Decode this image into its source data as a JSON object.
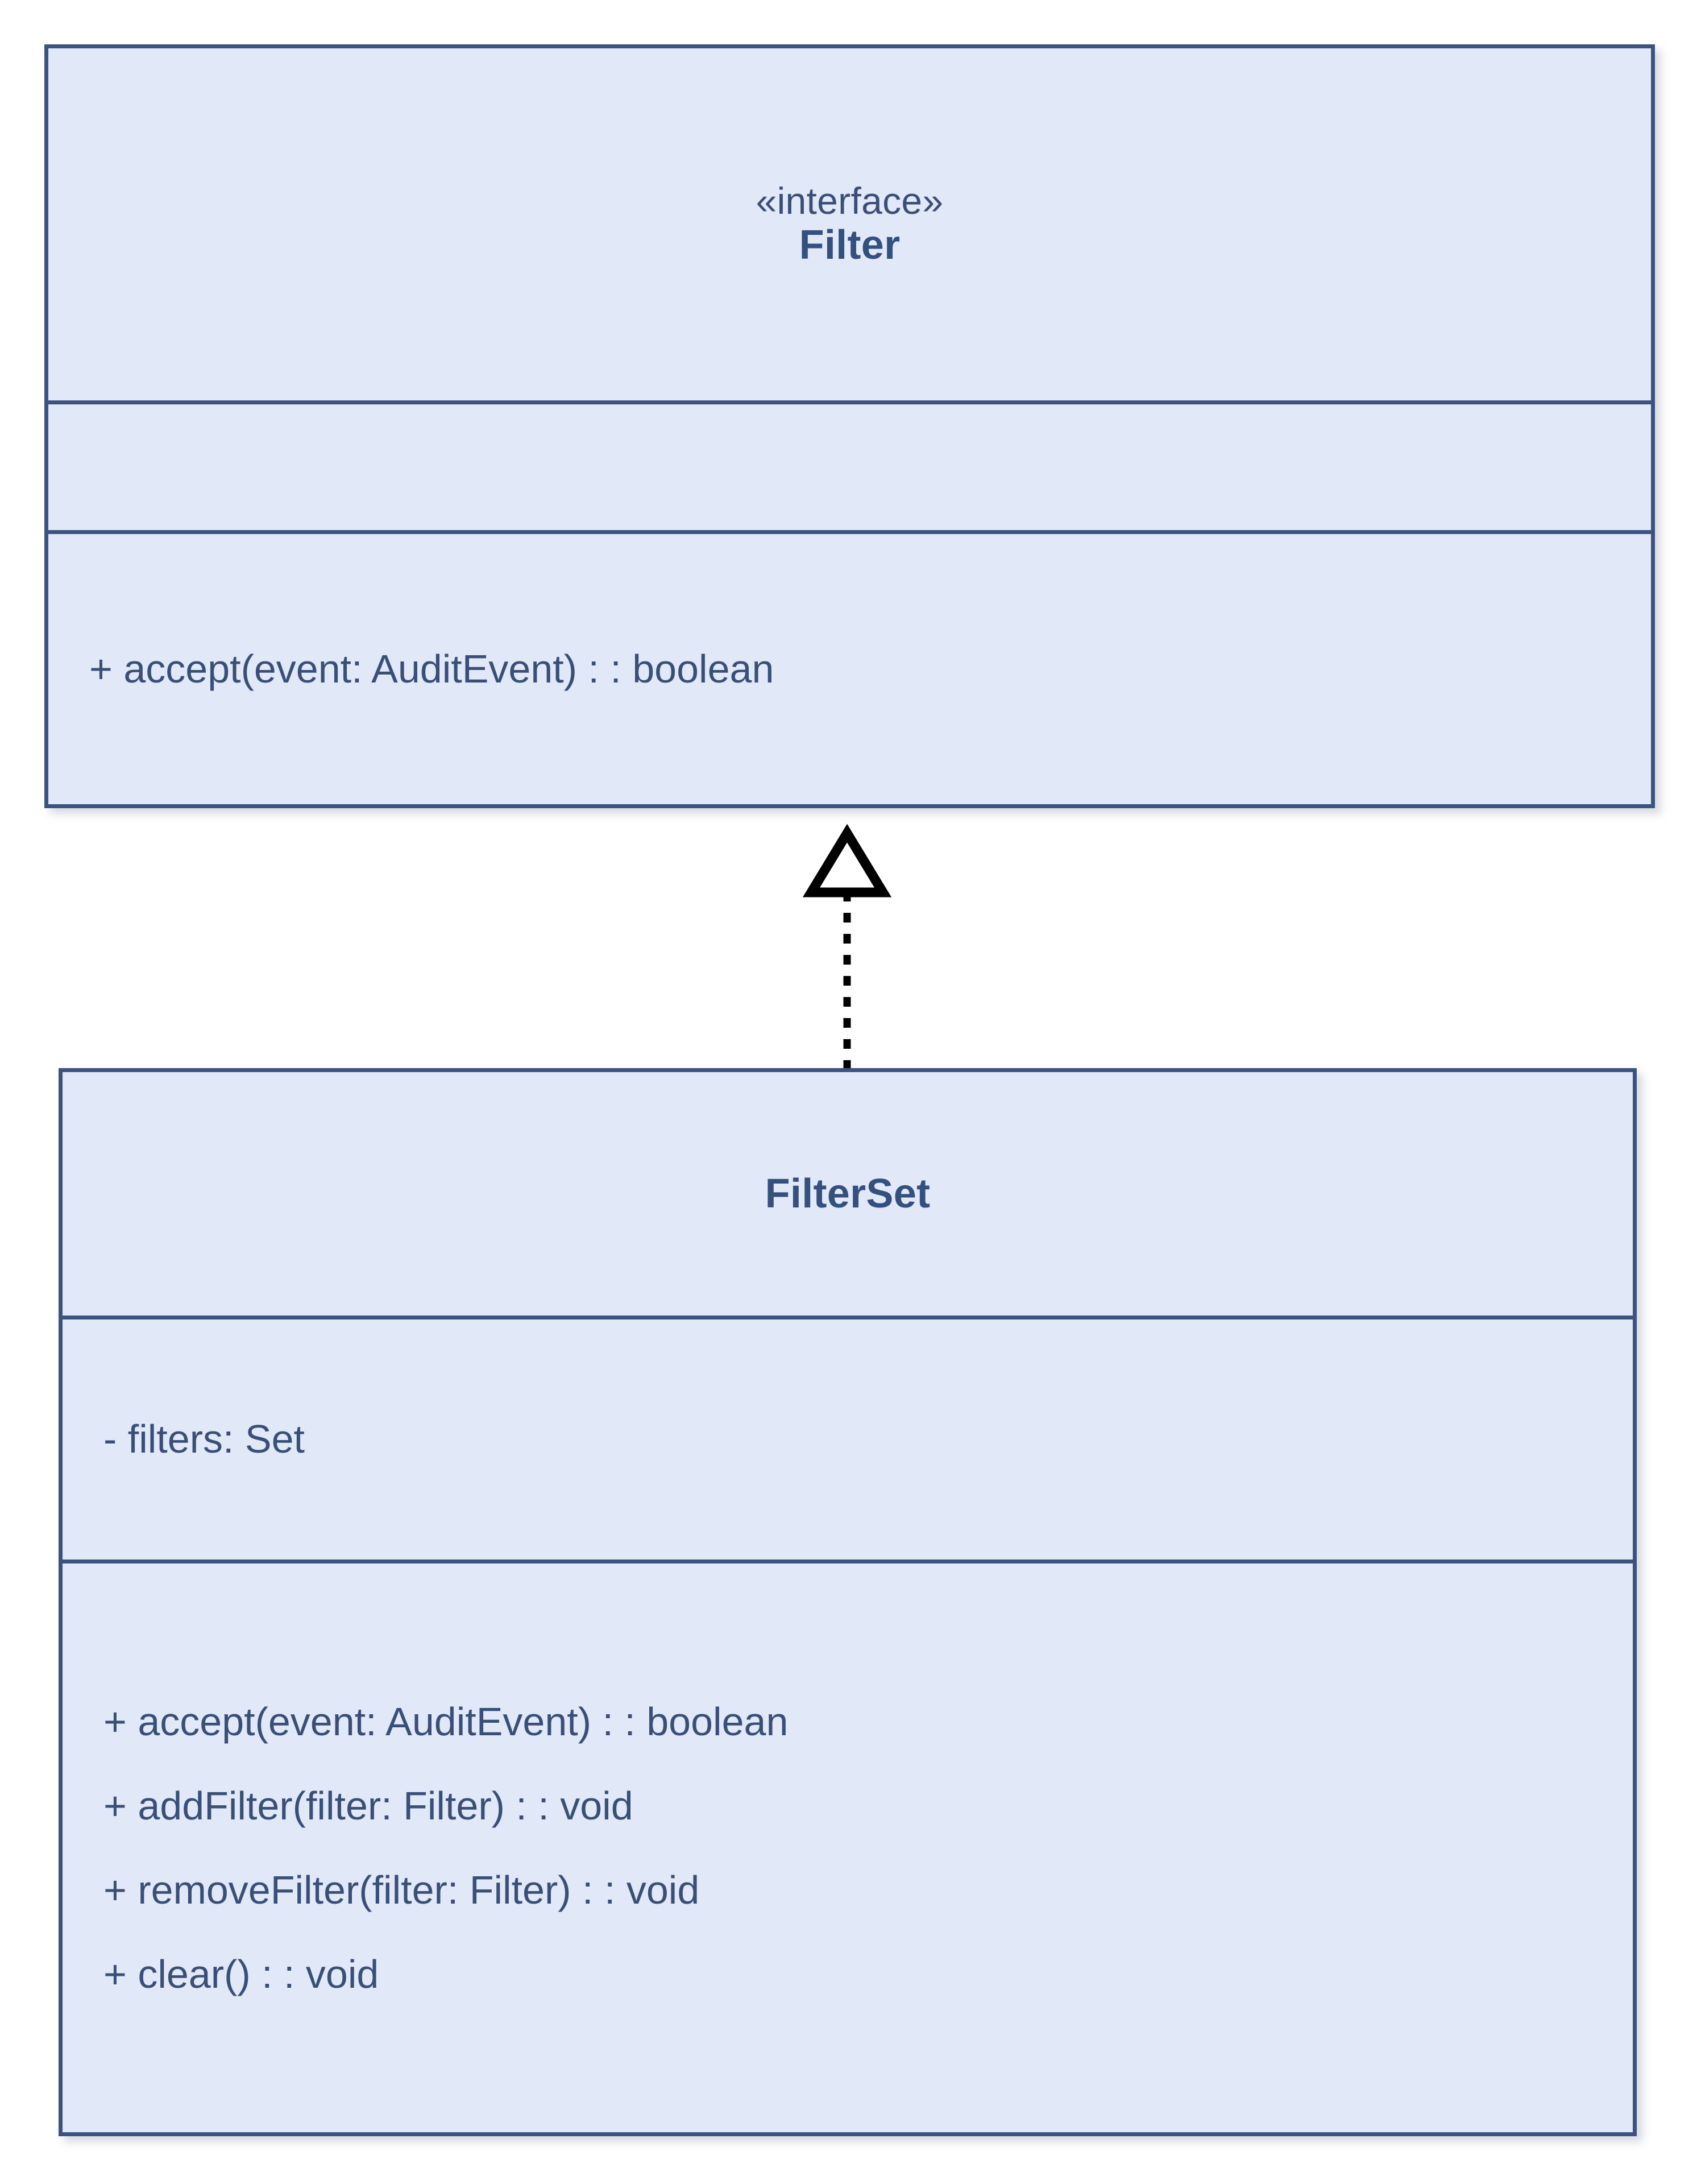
{
  "diagram": {
    "type": "uml-class-diagram",
    "background_color": "#ffffff",
    "box_fill_color": "#e1e8f8",
    "box_border_color": "#3c5382",
    "text_color": "#3a4f78",
    "classname_color": "#34507f",
    "classes": [
      {
        "id": "filter",
        "stereotype": "«interface»",
        "name": "Filter",
        "attributes": [],
        "operations": [
          "+ accept(event: AuditEvent) : : boolean"
        ]
      },
      {
        "id": "filterset",
        "stereotype": "",
        "name": "FilterSet",
        "attributes": [
          "- filters: Set"
        ],
        "operations": [
          "+ accept(event: AuditEvent) : : boolean",
          "+ addFilter(filter: Filter) : : void",
          "+ removeFilter(filter: Filter) : : void",
          "+ clear() : : void"
        ]
      }
    ],
    "relationships": [
      {
        "id": "filterset-realizes-filter",
        "kind": "realization",
        "source": "FilterSet",
        "target": "Filter",
        "line_style": "dashed",
        "arrow_head": "hollow-triangle",
        "arrow_color": "#000000"
      }
    ]
  }
}
